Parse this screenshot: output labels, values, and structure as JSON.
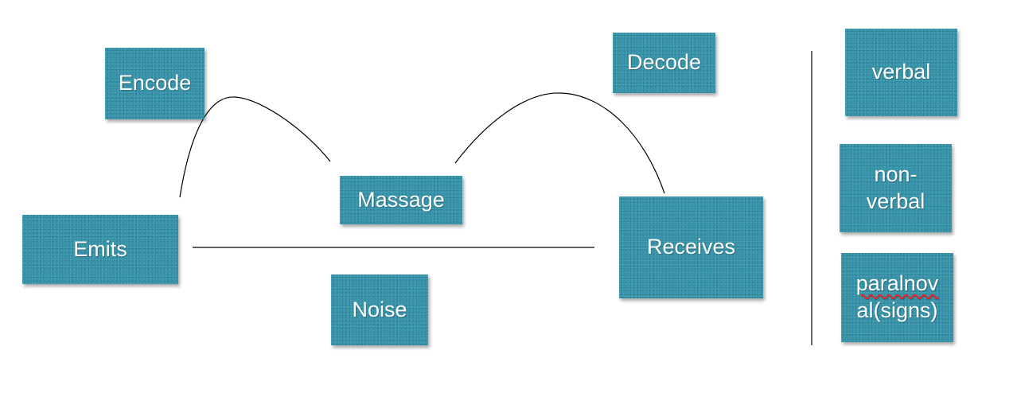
{
  "diagram": {
    "boxes": {
      "encode": "Encode",
      "decode": "Decode",
      "massage": "Massage",
      "emits": "Emits",
      "receives": "Receives",
      "noise": "Noise",
      "verbal": "verbal",
      "non_verbal_line1": "non-",
      "non_verbal_line2": "verbal",
      "paralnoval_line1": "paralnov",
      "paralnoval_line2": "al(signs)"
    }
  },
  "colors": {
    "box_fill": "#2f8fa6",
    "line": "#000000",
    "spell_underline": "#e0262c"
  }
}
